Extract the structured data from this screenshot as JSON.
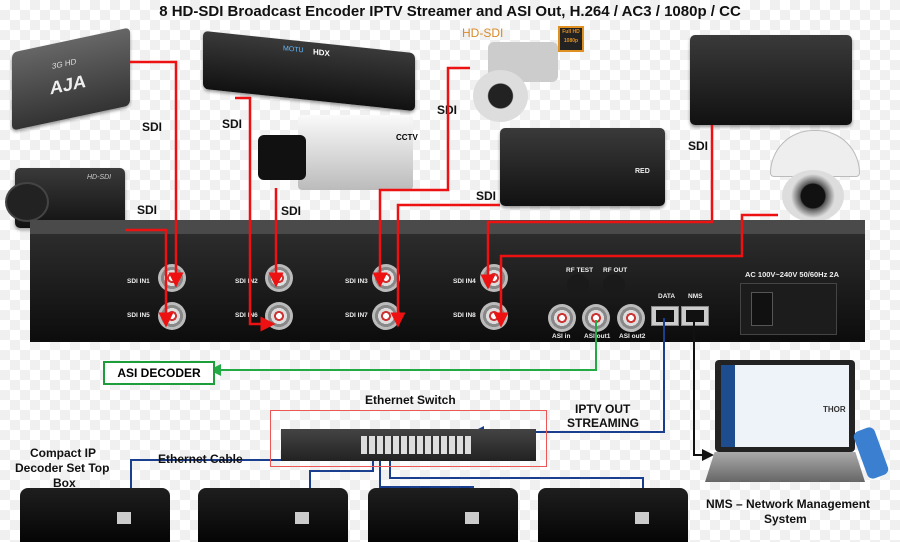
{
  "title": "8 HD-SDI Broadcast Encoder IPTV Streamer and ASI Out, H.264 / AC3 / 1080p / CC",
  "sources": {
    "sdi_label": "SDI",
    "hd_sdi_label": "HD-SDI",
    "cctv_label": "CCTV",
    "full_hd_badge": "Full HD 1080p",
    "aja_brand": "AJA",
    "aja_model": "3G HD",
    "motu_brand": "MOTU",
    "motu_model": "HDX",
    "hdsdi_camera_text": "HD-SDI",
    "red_brand": "RED"
  },
  "encoder": {
    "sdi_inputs": [
      "SDI IN1",
      "SDI IN2",
      "SDI IN3",
      "SDI IN4",
      "SDI IN5",
      "SDI IN6",
      "SDI IN7",
      "SDI IN8"
    ],
    "rf_test": "RF TEST",
    "rf_out": "RF OUT",
    "asi_ports": [
      "ASI in",
      "ASI out1",
      "ASI out2"
    ],
    "data_port": "DATA",
    "nms_port": "NMS",
    "power_label": "AC 100V~240V 50/60Hz 2A"
  },
  "asi_decoder": "ASI DECODER",
  "switch_label": "Ethernet Switch",
  "iptv_out": [
    "IPTV OUT",
    "STREAMING"
  ],
  "ethernet_cable": "Ethernet Cable",
  "stb_label": [
    "Compact IP",
    "Decoder Set Top",
    "Box"
  ],
  "nms_label": [
    "NMS – Network Management",
    "System"
  ],
  "nms_logo": "THOR",
  "colors": {
    "sdi_line": "#ee1111",
    "asi_line": "#22aa44",
    "ip_line": "#1a3f8f",
    "nms_line": "#111111"
  }
}
